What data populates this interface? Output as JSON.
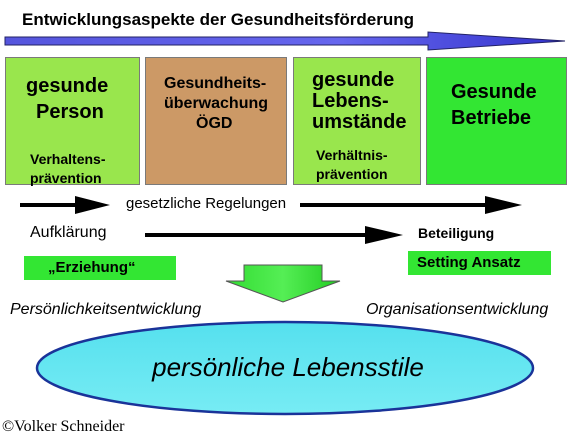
{
  "title": "Entwicklungsaspekte der Gesundheitsförderung",
  "boxes": [
    {
      "line1": "gesunde",
      "line2": "Person",
      "sub1": "Verhaltens-",
      "sub2": "prävention",
      "color": "#99e64d"
    },
    {
      "line1": "Gesundheits-",
      "line2": "überwachung",
      "line3": "ÖGD",
      "color": "#cc9966"
    },
    {
      "line1": "gesunde",
      "line2": "Lebens-",
      "line3": "umstände",
      "sub1": "Verhältnis-",
      "sub2": "prävention",
      "color": "#99e64d"
    },
    {
      "line1": "Gesunde",
      "line2": "Betriebe",
      "color": "#33e633"
    }
  ],
  "arrows": {
    "regelungen": "gesetzliche Regelungen",
    "aufklaerung": "Aufklärung",
    "beteiligung": "Beteiligung"
  },
  "tags": {
    "erziehung": "„Erziehung“",
    "setting": "Setting Ansatz"
  },
  "development": {
    "left": "Persönlichkeitsentwicklung",
    "right": "Organisationsentwicklung"
  },
  "ellipse_text": "persönliche Lebensstile",
  "copyright": "©Volker Schneider",
  "colors": {
    "top_arrow": "#3333cc",
    "ellipse_fill": "#66e6f0",
    "ellipse_stroke": "#1a3399",
    "center_arrow": "#33e633"
  }
}
